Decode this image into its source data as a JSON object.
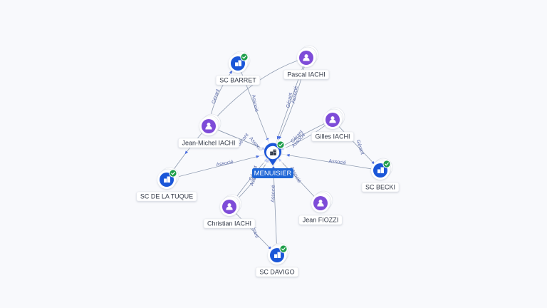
{
  "colors": {
    "company": "#1a56d8",
    "person": "#7e4cd8",
    "check": "#1e9e4a",
    "edge": "#8e9bb0",
    "edge_label": "#5a6aa8",
    "center_label_bg": "#1f66d6"
  },
  "center": {
    "id": "menuisier",
    "label": "MENUISIER",
    "icon": "building-icon",
    "verified": true
  },
  "nodes": [
    {
      "id": "sc-barret",
      "label": "SC BARRET",
      "kind": "company",
      "icon": "building-icon",
      "verified": true
    },
    {
      "id": "pascal-iachi",
      "label": "Pascal IACHI",
      "kind": "person",
      "icon": "person-icon",
      "verified": false
    },
    {
      "id": "jean-michel-iachi",
      "label": "Jean-Michel IACHI",
      "kind": "person",
      "icon": "person-icon",
      "verified": false
    },
    {
      "id": "gilles-iachi",
      "label": "Gilles IACHI",
      "kind": "person",
      "icon": "person-icon",
      "verified": false
    },
    {
      "id": "sc-de-la-tuque",
      "label": "SC DE LA TUQUE",
      "kind": "company",
      "icon": "building-icon",
      "verified": true
    },
    {
      "id": "sc-becki",
      "label": "SC BECKI",
      "kind": "company",
      "icon": "building-icon",
      "verified": true
    },
    {
      "id": "christian-iachi",
      "label": "Christian IACHI",
      "kind": "person",
      "icon": "person-icon",
      "verified": false
    },
    {
      "id": "jean-fiozzi",
      "label": "Jean FIOZZI",
      "kind": "person",
      "icon": "person-icon",
      "verified": false
    },
    {
      "id": "sc-davigo",
      "label": "SC DAVIGO",
      "kind": "company",
      "icon": "building-icon",
      "verified": true
    }
  ],
  "edges": [
    {
      "from": "sc-barret",
      "to": "menuisier",
      "label": "Associé"
    },
    {
      "from": "jean-michel-iachi",
      "to": "sc-barret",
      "label": "Gérant"
    },
    {
      "from": "pascal-iachi",
      "to": "menuisier",
      "label": "Gérant"
    },
    {
      "from": "pascal-iachi",
      "to": "menuisier",
      "label": "Associé"
    },
    {
      "from": "pascal-iachi",
      "to": "sc-de-la-tuque",
      "label": "Gérant"
    },
    {
      "from": "jean-michel-iachi",
      "to": "menuisier",
      "label": "Gérant"
    },
    {
      "from": "jean-michel-iachi",
      "to": "menuisier",
      "label": "Associé"
    },
    {
      "from": "gilles-iachi",
      "to": "menuisier",
      "label": "Gérant"
    },
    {
      "from": "gilles-iachi",
      "to": "menuisier",
      "label": "Associé"
    },
    {
      "from": "gilles-iachi",
      "to": "sc-becki",
      "label": "Gérant"
    },
    {
      "from": "sc-de-la-tuque",
      "to": "menuisier",
      "label": "Associé"
    },
    {
      "from": "sc-becki",
      "to": "menuisier",
      "label": "Associé"
    },
    {
      "from": "christian-iachi",
      "to": "menuisier",
      "label": "Gérant"
    },
    {
      "from": "christian-iachi",
      "to": "menuisier",
      "label": "Associé"
    },
    {
      "from": "christian-iachi",
      "to": "sc-davigo",
      "label": "Gérant"
    },
    {
      "from": "sc-davigo",
      "to": "menuisier",
      "label": "Associé"
    },
    {
      "from": "jean-fiozzi",
      "to": "menuisier",
      "label": "Associé"
    }
  ]
}
